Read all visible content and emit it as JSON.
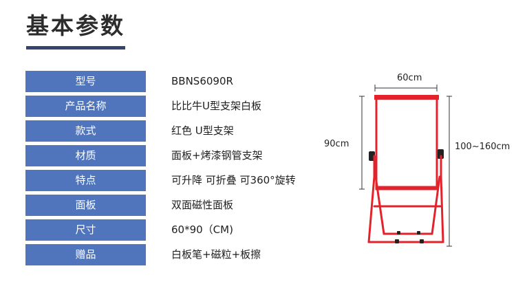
{
  "heading": "基本参数",
  "specs": [
    {
      "label": "型号",
      "value": "BBNS6090R"
    },
    {
      "label": "产品名称",
      "value": "比比牛U型支架白板"
    },
    {
      "label": "款式",
      "value": "红色 U型支架"
    },
    {
      "label": "材质",
      "value": "面板+烤漆钢管支架"
    },
    {
      "label": "特点",
      "value": "可升降 可折叠 可360°旋转"
    },
    {
      "label": "面板",
      "value": "双面磁性面板"
    },
    {
      "label": "尺寸",
      "value": "60*90（CM)"
    },
    {
      "label": "赠品",
      "value": "白板笔+磁粒+板擦"
    }
  ],
  "figure": {
    "width_label": "60cm",
    "height_label": "90cm",
    "stand_height_label": "100~160cm",
    "frame_color": "#e3232b"
  }
}
